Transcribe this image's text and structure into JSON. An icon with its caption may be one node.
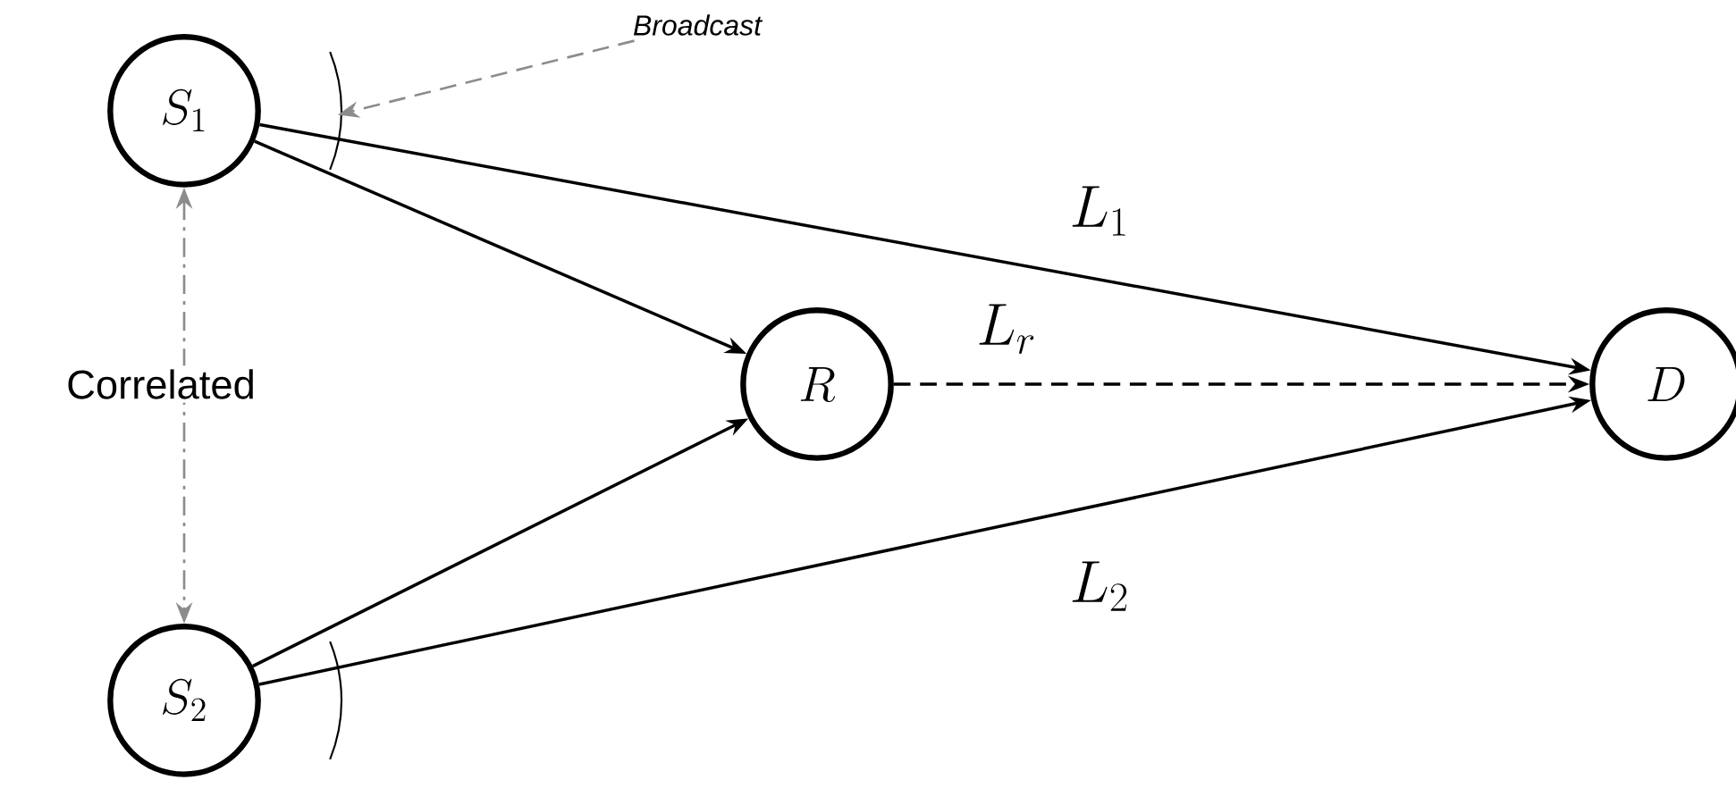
{
  "diagram": {
    "nodes": [
      {
        "text": [
          "S_1"
        ]
      },
      {
        "text": [
          "S_2"
        ]
      },
      {
        "text": [
          "R"
        ]
      },
      {
        "text": [
          "D"
        ]
      },
      {
        "text": [
          "Broadcast"
        ]
      },
      {
        "text": [],
        "shape": "arc"
      },
      {
        "text": [],
        "shape": "arc"
      }
    ],
    "edges": [
      {
        "from": 0,
        "to": 1,
        "arrow": "both",
        "label": "Correlated",
        "style": "dashed",
        "color": "#8c8c8c"
      },
      {
        "from": 4,
        "to": 5,
        "arrow": "to",
        "style": "dashed",
        "color": "#8c8c8c"
      },
      {
        "from": 0,
        "to": 2,
        "arrow": "to"
      },
      {
        "from": 0,
        "to": 3,
        "arrow": "to",
        "label": "L_1"
      },
      {
        "from": 2,
        "to": 3,
        "arrow": "to",
        "label": "L_r",
        "style": "dashed"
      },
      {
        "from": 1,
        "to": 2,
        "arrow": "to"
      },
      {
        "from": 1,
        "to": 3,
        "arrow": "to",
        "label": "L_2"
      }
    ]
  }
}
